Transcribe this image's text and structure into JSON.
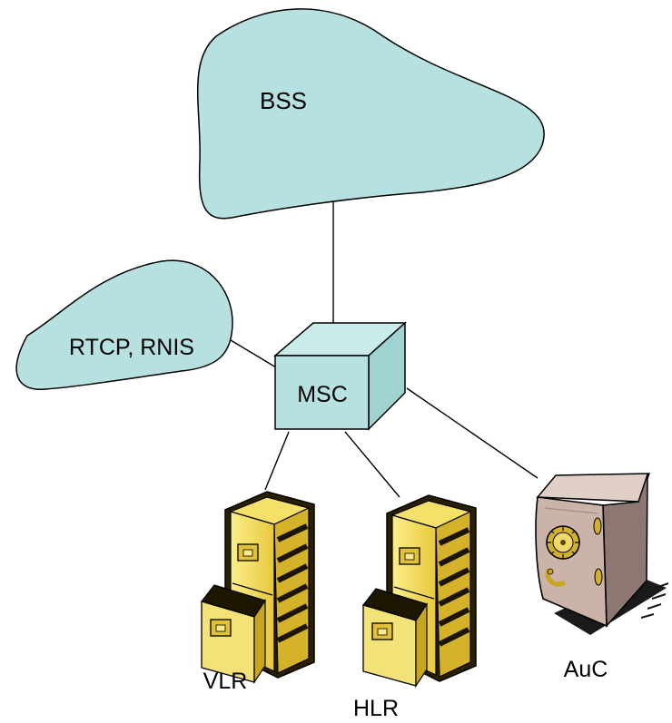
{
  "diagram": {
    "nodes": {
      "bss": {
        "label": "BSS",
        "shape": "cloud",
        "color": "#b7e1e0"
      },
      "rtcp": {
        "label": "RTCP, RNIS",
        "shape": "cloud",
        "color": "#b7e1e0"
      },
      "msc": {
        "label": "MSC",
        "shape": "cube",
        "color": "#b7e1e0"
      },
      "vlr": {
        "label": "VLR",
        "icon": "filing-cabinet-icon",
        "color": "#f0dc60"
      },
      "hlr": {
        "label": "HLR",
        "icon": "filing-cabinet-icon",
        "color": "#f0dc60"
      },
      "auc": {
        "label": "AuC",
        "icon": "safe-icon",
        "color": "#c9b0a6"
      }
    },
    "links": [
      [
        "msc",
        "bss"
      ],
      [
        "msc",
        "rtcp"
      ],
      [
        "msc",
        "vlr"
      ],
      [
        "msc",
        "hlr"
      ],
      [
        "msc",
        "auc"
      ]
    ]
  }
}
